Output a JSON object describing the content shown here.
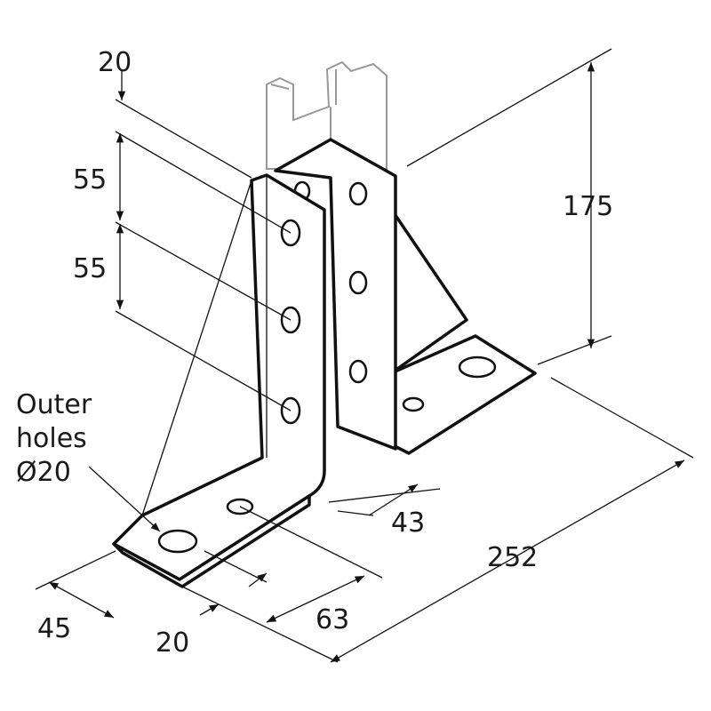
{
  "dimensions": {
    "top_offset": "20",
    "hole_spacing_1": "55",
    "hole_spacing_2": "55",
    "height": "175",
    "outer_holes_line1": "Outer",
    "outer_holes_line2": "holes",
    "outer_holes_line3": "Ø20",
    "foot_width_right": "43",
    "overall_length": "252",
    "foot_width_left": "45",
    "hole_edge": "20",
    "hole_to_plate": "63"
  }
}
